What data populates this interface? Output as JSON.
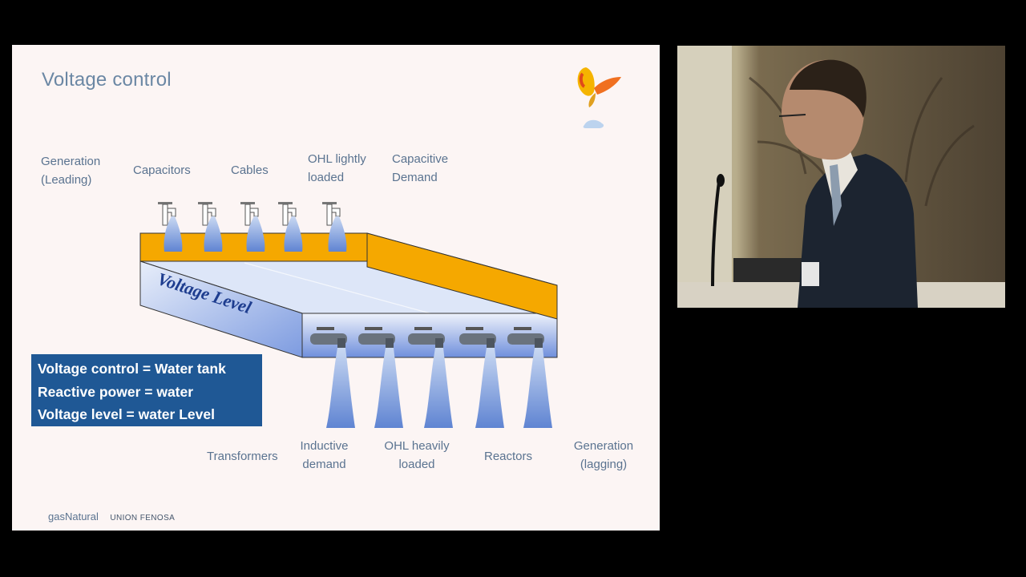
{
  "slide": {
    "title": "Voltage control",
    "tank_label": "Voltage Level",
    "top_labels": {
      "generation_leading": [
        "Generation",
        "(Leading)"
      ],
      "capacitors": "Capacitors",
      "cables": "Cables",
      "ohl_lightly": [
        "OHL lightly",
        "loaded"
      ],
      "capacitive_demand": [
        "Capacitive",
        "Demand"
      ]
    },
    "bottom_labels": {
      "transformers": "Transformers",
      "inductive_demand": [
        "Inductive",
        "demand"
      ],
      "ohl_heavily": [
        "OHL heavily",
        "loaded"
      ],
      "reactors": "Reactors",
      "generation_lagging": [
        "Generation",
        "(lagging)"
      ]
    },
    "equations": [
      "Voltage control = Water tank",
      "Reactive power = water",
      "Voltage level = water Level"
    ],
    "footer": {
      "brand_main": "gasNatural",
      "brand_sub": "UNION FENOSA"
    }
  },
  "colors": {
    "slide_bg": "#fcf5f4",
    "title": "#6b87a4",
    "tank_orange": "#f5a800",
    "water_blue": "#6f8fdc",
    "equation_box": "#1f5895"
  },
  "icons": {
    "logo": "butterfly-logo-icon",
    "tap": "faucet-icon"
  }
}
